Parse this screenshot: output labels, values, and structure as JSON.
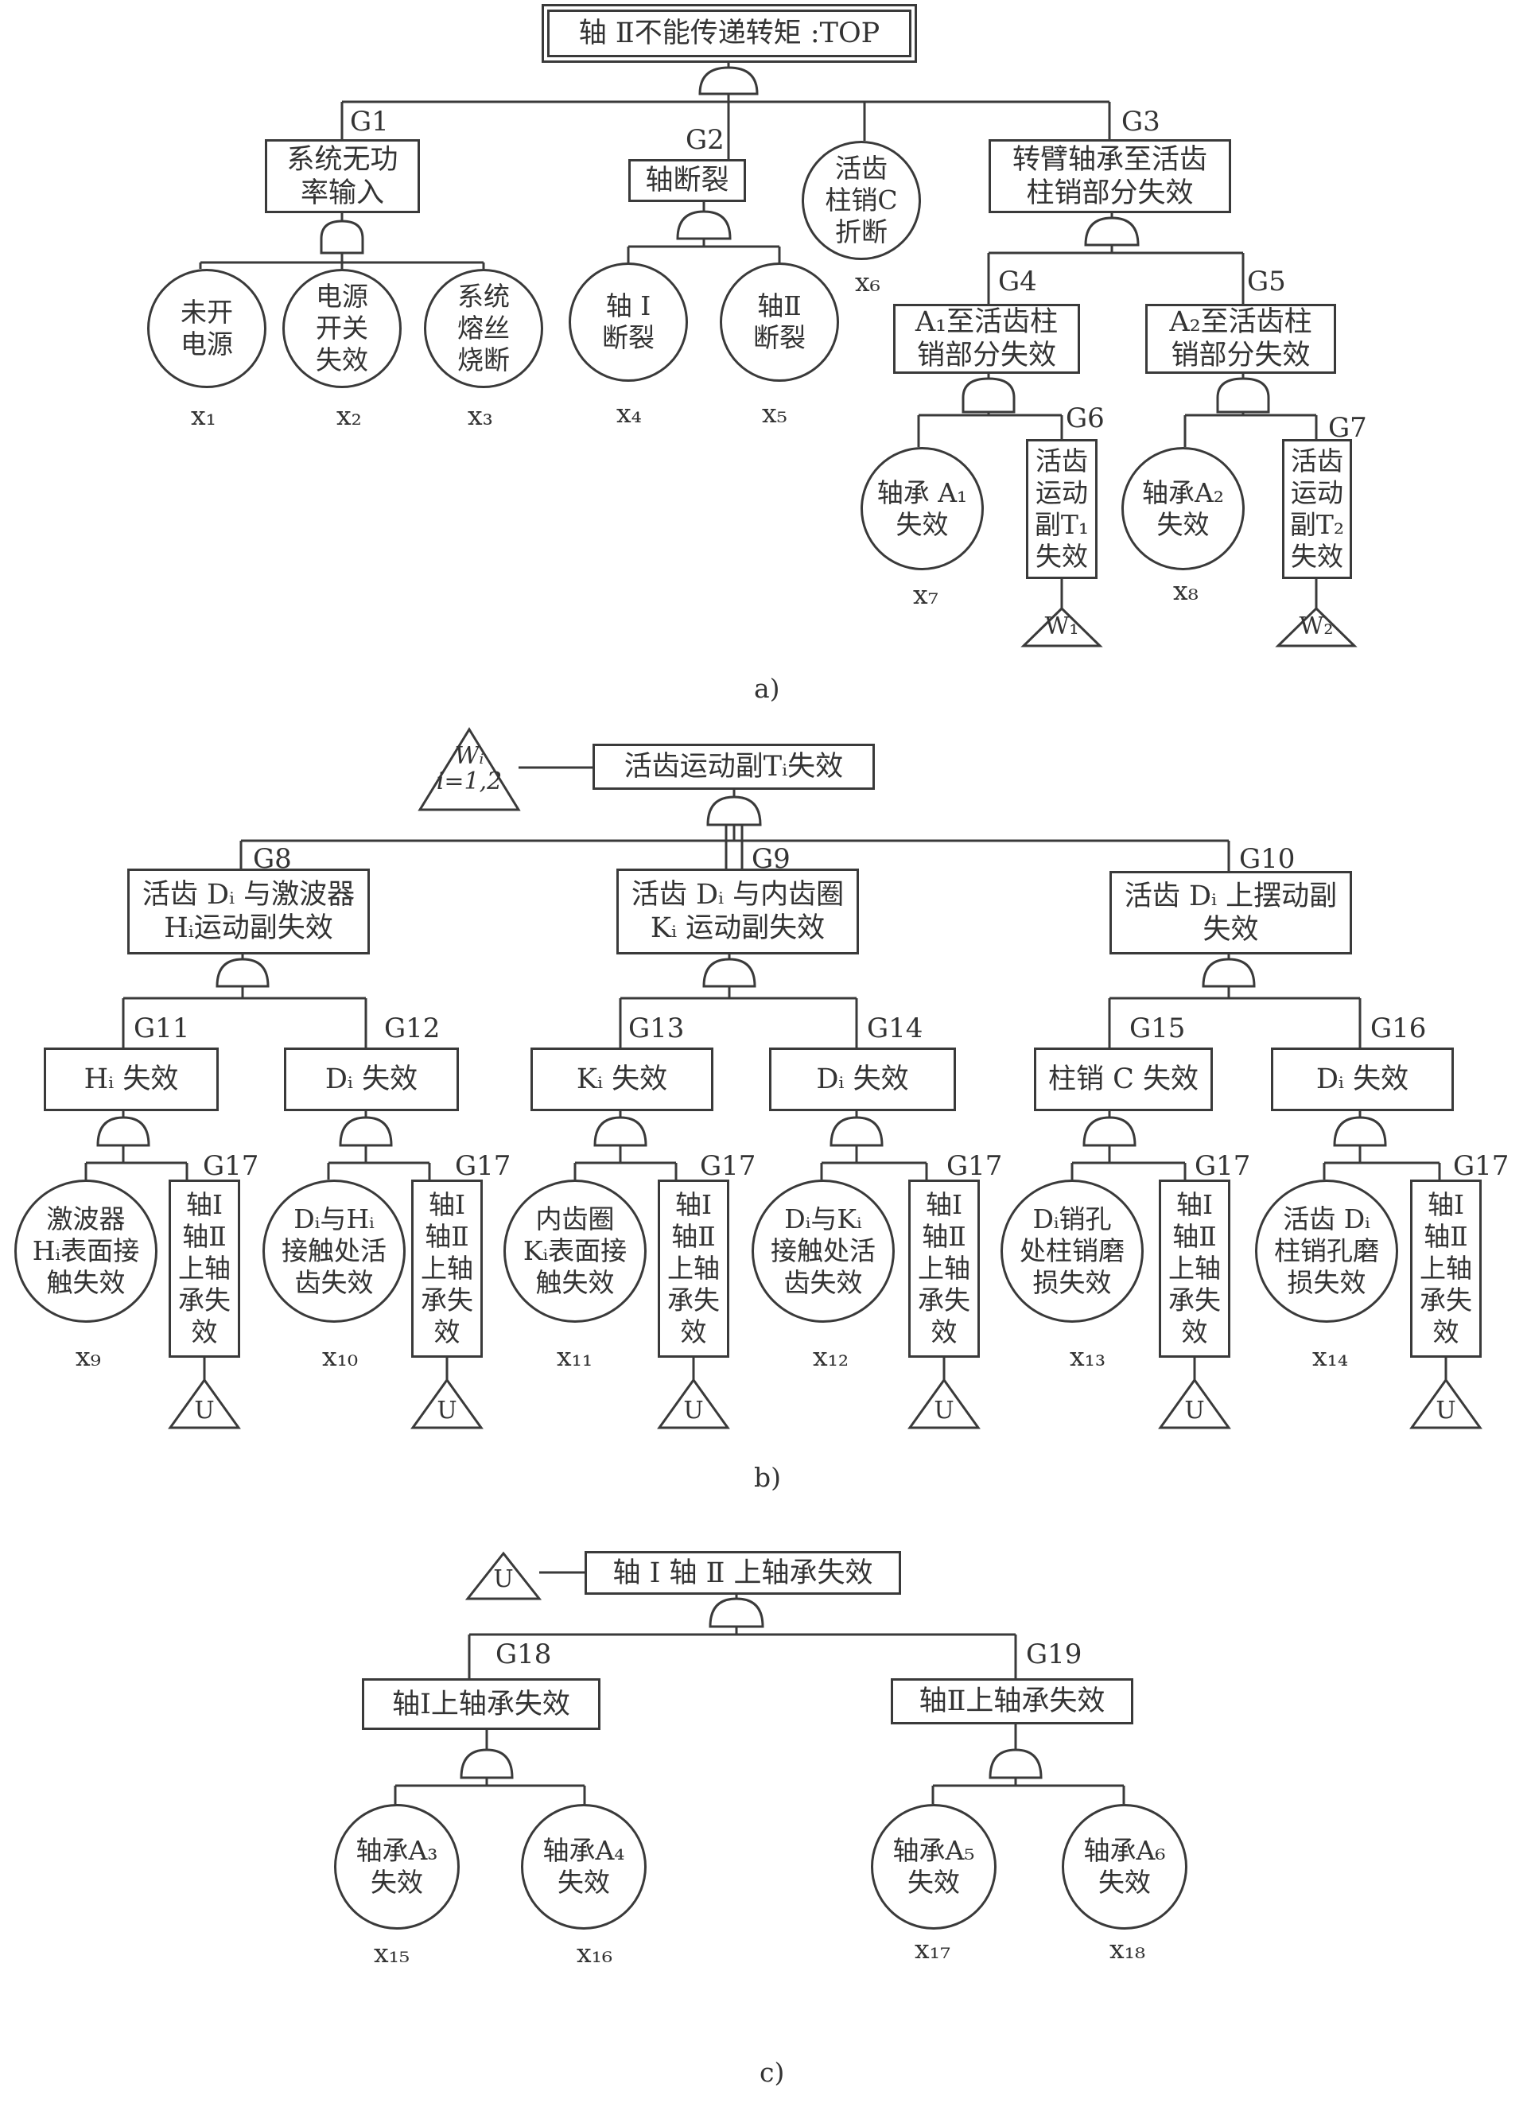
{
  "diagram_a": {
    "top": "轴 Ⅱ不能传递转矩 :TOP",
    "gate_labels": {
      "G1": "G1",
      "G2": "G2",
      "G3": "G3",
      "G4": "G4",
      "G5": "G5",
      "G6": "G6",
      "G7": "G7"
    },
    "g1_box": "系统无功\n率输入",
    "g2_box": "轴断裂",
    "x6_circle": "活齿\n柱销C\n折断",
    "g3_box": "转臂轴承至活齿\n柱销部分失效",
    "x1_circle": "未开\n电源",
    "x2_circle": "电源\n开关\n失效",
    "x3_circle": "系统\n熔丝\n烧断",
    "x4_circle": "轴 Ⅰ\n断裂",
    "x5_circle": "轴Ⅱ\n断裂",
    "g4_box": "A₁至活齿柱\n销部分失效",
    "g5_box": "A₂至活齿柱\n销部分失效",
    "x7_circle": "轴承 A₁\n失效",
    "g6_box": "活齿\n运动\n副T₁\n失效",
    "x8_circle": "轴承A₂\n失效",
    "g7_box": "活齿\n运动\n副T₂\n失效",
    "w1": "W₁",
    "w2": "W₂",
    "x_labels": {
      "x1": "x₁",
      "x2": "x₂",
      "x3": "x₃",
      "x4": "x₄",
      "x5": "x₅",
      "x6": "x₆",
      "x7": "x₇",
      "x8": "x₈"
    },
    "caption": "a)"
  },
  "diagram_b": {
    "wi": "Wᵢ\ni=1,2",
    "top": "活齿运动副Tᵢ失效",
    "gate_labels": {
      "G8": "G8",
      "G9": "G9",
      "G10": "G10",
      "G11": "G11",
      "G12": "G12",
      "G13": "G13",
      "G14": "G14",
      "G15": "G15",
      "G16": "G16",
      "G17": "G17"
    },
    "g8_box": "活齿 Dᵢ 与激波器\nHᵢ运动副失效",
    "g9_box": "活齿 Dᵢ 与内齿圈\nKᵢ 运动副失效",
    "g10_box": "活齿 Dᵢ 上摆动副\n失效",
    "g11_box": "Hᵢ 失效",
    "g12_box": "Dᵢ 失效",
    "g13_box": "Kᵢ 失效",
    "g14_box": "Dᵢ 失效",
    "g15_box": "柱销 C 失效",
    "g16_box": "Dᵢ 失效",
    "g17_box": "轴Ⅰ\n轴Ⅱ\n上轴\n承失\n效",
    "x9_circle": "激波器\nHᵢ表面接\n触失效",
    "x10_circle": "Dᵢ与Hᵢ\n接触处活\n齿失效",
    "x11_circle": "内齿圈\nKᵢ表面接\n触失效",
    "x12_circle": "Dᵢ与Kᵢ\n接触处活\n齿失效",
    "x13_circle": "Dᵢ销孔\n处柱销磨\n损失效",
    "x14_circle": "活齿 Dᵢ\n柱销孔磨\n损失效",
    "u": "U",
    "x_labels": {
      "x9": "x₉",
      "x10": "x₁₀",
      "x11": "x₁₁",
      "x12": "x₁₂",
      "x13": "x₁₃",
      "x14": "x₁₄"
    },
    "caption": "b)"
  },
  "diagram_c": {
    "u": "U",
    "top": "轴 Ⅰ 轴 Ⅱ 上轴承失效",
    "gate_labels": {
      "G18": "G18",
      "G19": "G19"
    },
    "g18_box": "轴Ⅰ上轴承失效",
    "g19_box": "轴Ⅱ上轴承失效",
    "x15_circle": "轴承A₃\n失效",
    "x16_circle": "轴承A₄\n失效",
    "x17_circle": "轴承A₅\n失效",
    "x18_circle": "轴承A₆\n失效",
    "x_labels": {
      "x15": "x₁₅",
      "x16": "x₁₆",
      "x17": "x₁₇",
      "x18": "x₁₈"
    },
    "caption": "c)"
  }
}
